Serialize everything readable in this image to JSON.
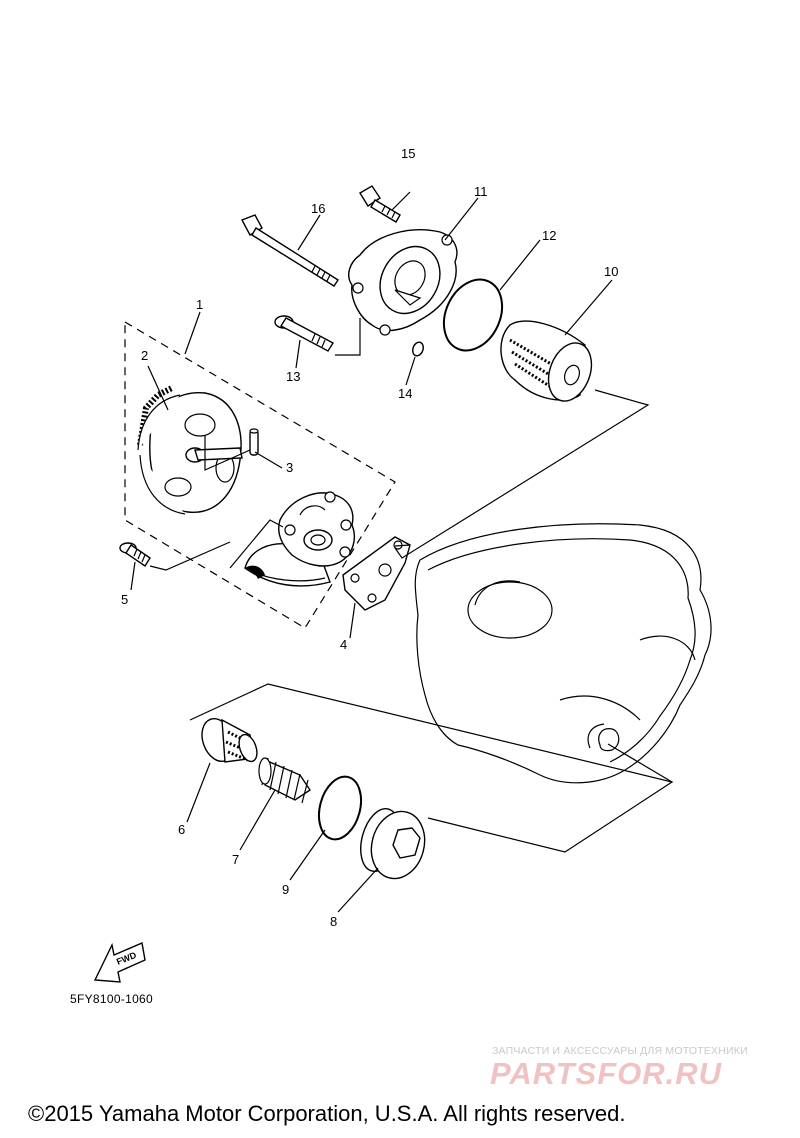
{
  "diagram": {
    "drawing_code": "5FY8100-1060",
    "fwd_label": "FWD",
    "callouts": {
      "c1": "1",
      "c2": "2",
      "c3": "3",
      "c4": "4",
      "c5": "5",
      "c6": "6",
      "c7": "7",
      "c8": "8",
      "c9": "9",
      "c10": "10",
      "c11": "11",
      "c12": "12",
      "c13": "13",
      "c14": "14",
      "c15": "15",
      "c16": "16"
    }
  },
  "watermark": {
    "tagline": "ЗАПЧАСТИ И АКСЕССУАРЫ ДЛЯ МОТОТЕХНИКИ",
    "logo_text": "PARTSFOR.RU"
  },
  "footer": {
    "copyright": "©2015 Yamaha Motor Corporation, U.S.A. All rights reserved."
  }
}
